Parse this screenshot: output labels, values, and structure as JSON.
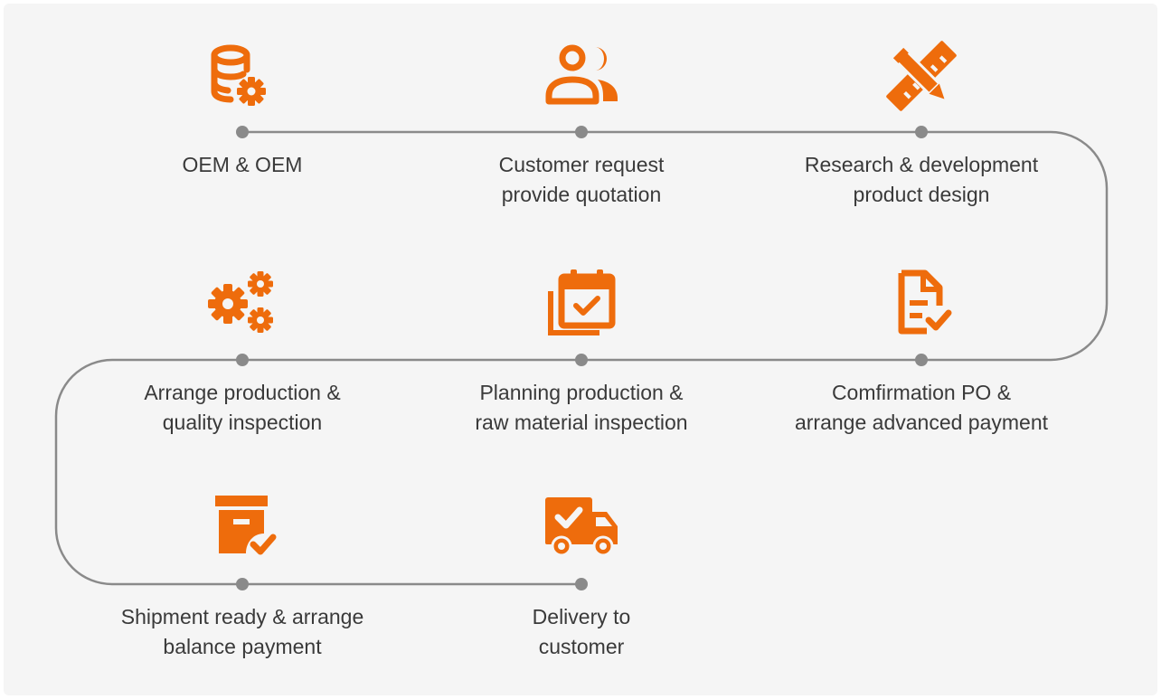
{
  "theme": {
    "accent": "#ee6c0c",
    "line": "#8a8a8a",
    "background": "#f5f5f5",
    "text": "#3a3a3a"
  },
  "steps": [
    {
      "icon": "database-gear-icon",
      "line1": "OEM & OEM",
      "line2": ""
    },
    {
      "icon": "users-icon",
      "line1": "Customer request",
      "line2": "provide quotation"
    },
    {
      "icon": "ruler-pencil-icon",
      "line1": "Research & development",
      "line2": "product design"
    },
    {
      "icon": "document-check-icon",
      "line1": "Comfirmation PO &",
      "line2": "arrange advanced payment"
    },
    {
      "icon": "calendar-check-icon",
      "line1": "Planning production &",
      "line2": "raw material inspection"
    },
    {
      "icon": "gears-icon",
      "line1": "Arrange production &",
      "line2": "quality inspection"
    },
    {
      "icon": "box-check-icon",
      "line1": "Shipment ready & arrange",
      "line2": "balance payment"
    },
    {
      "icon": "truck-check-icon",
      "line1": "Delivery to",
      "line2": "customer"
    }
  ]
}
